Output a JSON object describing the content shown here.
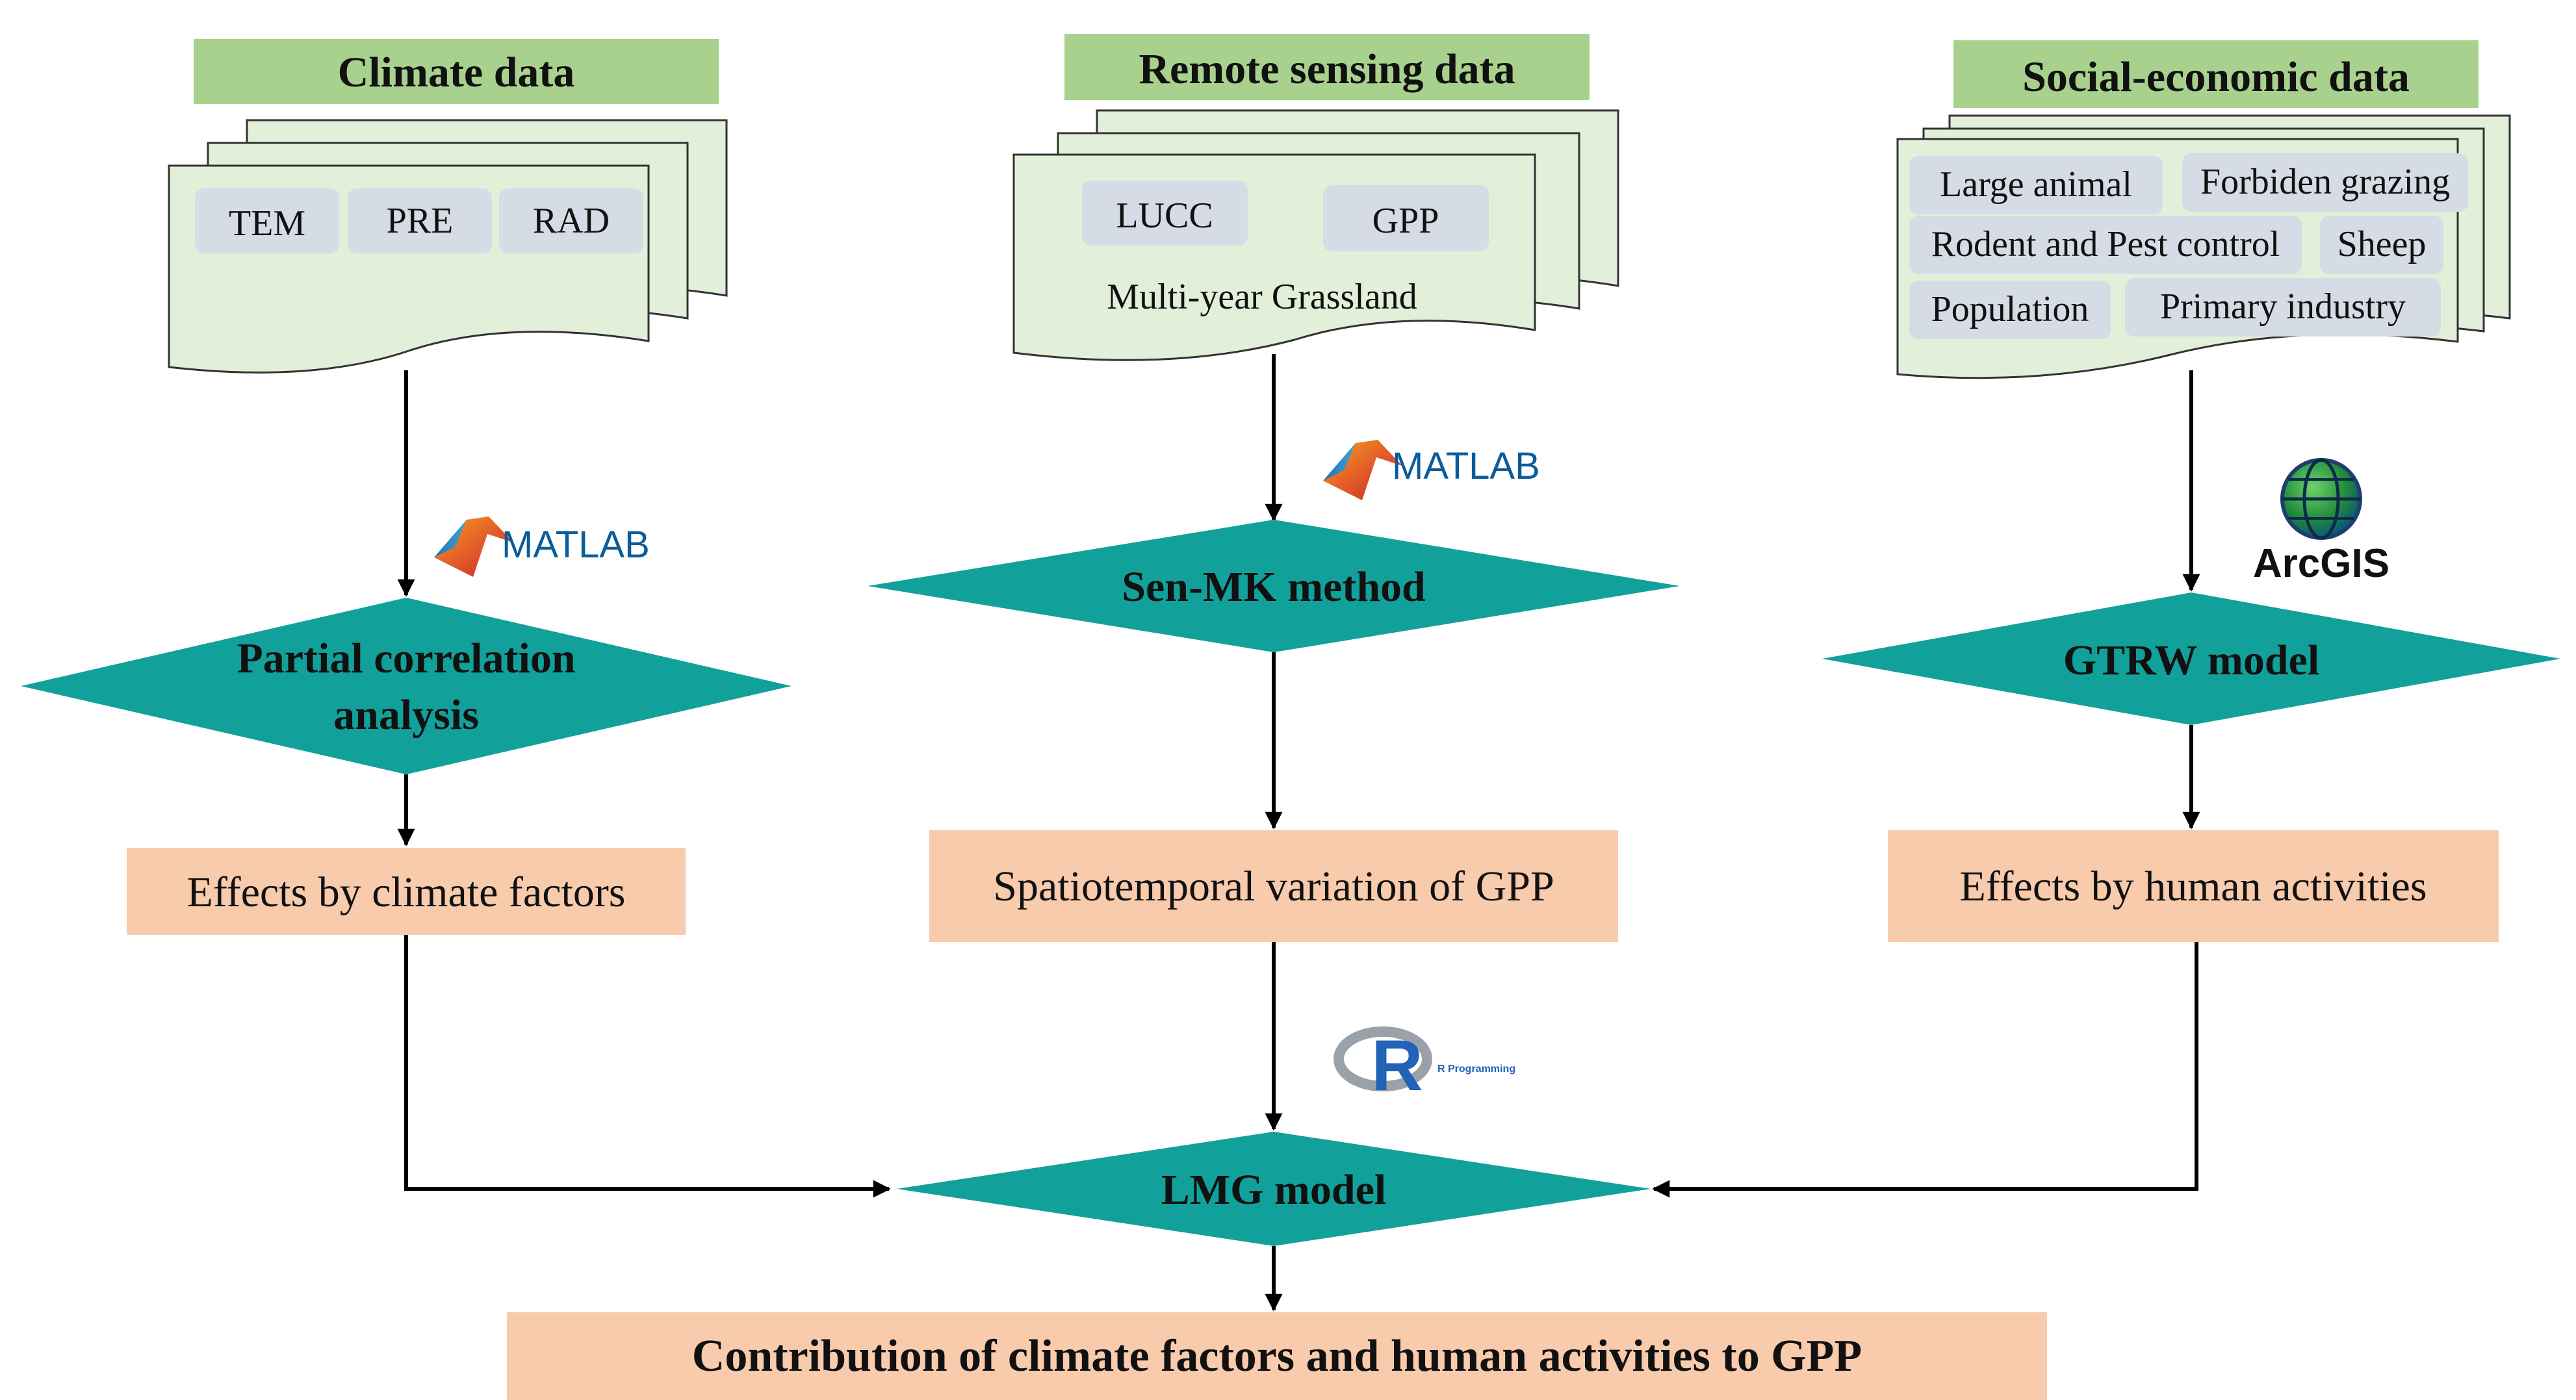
{
  "columns": {
    "climate": {
      "header": "Climate data",
      "items": [
        "TEM",
        "PRE",
        "RAD"
      ],
      "tool": "MATLAB",
      "method": [
        "Partial correlation",
        "analysis"
      ],
      "result": "Effects by climate factors"
    },
    "remote": {
      "header": "Remote sensing data",
      "items": [
        "LUCC",
        "GPP"
      ],
      "caption": "Multi-year Grassland",
      "tool": "MATLAB",
      "method": [
        "Sen-MK method"
      ],
      "result": "Spatiotemporal variation of GPP"
    },
    "social": {
      "header": "Social-economic data",
      "items": [
        "Large animal",
        "Forbiden grazing",
        "Rodent and Pest control",
        "Sheep",
        "Population",
        "Primary industry"
      ],
      "tool": "ArcGIS",
      "method": [
        "GTRW model"
      ],
      "result": "Effects by human activities"
    }
  },
  "merge": {
    "tool": "R",
    "tool_caption": "R Programming",
    "method": "LMG model",
    "final": "Contribution of climate factors and human activities to GPP"
  },
  "colors": {
    "header_fill": "#a9d18e",
    "doc_fill": "#e2f0d9",
    "chip_fill": "#d6dce5",
    "diamond_fill": "#12a19a",
    "result_fill": "#f8cbad",
    "line": "#000000",
    "matlab_text": "#0a5c9a",
    "r_blue": "#2262b7"
  }
}
